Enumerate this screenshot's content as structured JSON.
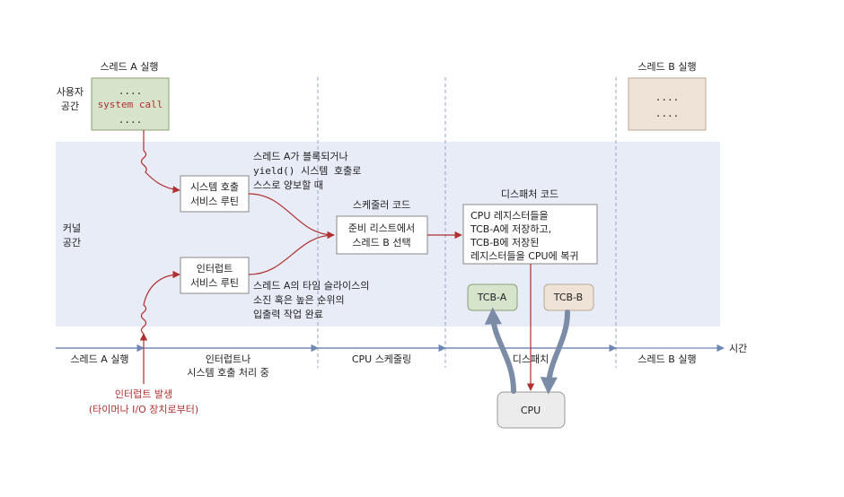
{
  "labels": {
    "thread_a_run_top": "스레드 A 실행",
    "thread_b_run_top": "스레드 B 실행",
    "user_space": [
      "사용자",
      "공간"
    ],
    "kernel_space": [
      "커널",
      "공간"
    ],
    "syscall_box": {
      "dots_top": "....",
      "call": "system call",
      "dots_bottom": "...."
    },
    "thread_b_box": {
      "dots_top": "....",
      "dots_bottom": "...."
    },
    "block_note": [
      "스레드 A가 블록되거나",
      "yield() 시스템 호출로",
      "스스로 양보할 때"
    ],
    "syscall_routine": [
      "시스템 호출",
      "서비스 루틴"
    ],
    "interrupt_routine": [
      "인터럽트",
      "서비스 루틴"
    ],
    "timeslice_note": [
      "스레드 A의 타임 슬라이스의",
      "소진 혹은 높은 순위의",
      "입출력 작업 완료"
    ],
    "scheduler_code_title": "스케줄러 코드",
    "scheduler_box": [
      "준비 리스트에서",
      "스레드 B 선택"
    ],
    "dispatcher_code_title": "디스패처 코드",
    "dispatcher_box": [
      "CPU 레지스터들을",
      "TCB-A에 저장하고,",
      "TCB-B에 저장된",
      "레지스터들을 CPU에 복귀"
    ],
    "tcb_a": "TCB-A",
    "tcb_b": "TCB-B",
    "cpu": "CPU",
    "time": "시간",
    "timeline": {
      "thread_a_run": "스레드 A 실행",
      "handling": [
        "인터럽트나",
        "시스템 호출 처리 중"
      ],
      "cpu_scheduling": "CPU 스케줄링",
      "dispatch": "디스패치",
      "thread_b_run": "스레드 B 실행"
    },
    "interrupt_source": [
      "인터럽트 발생",
      "(타이머나 I/O 장치로부터)"
    ]
  },
  "colors": {
    "kernel_band": "#e8ecf7",
    "user_box_a": "#d6e4cc",
    "user_box_b": "#efe3d8",
    "tcb_a_fill": "#d6e4cc",
    "tcb_b_fill": "#efe3d8",
    "cpu_fill": "#ececec",
    "red": "#b03030",
    "axis": "#6f86b5",
    "gray_arrow": "#7c8ba6"
  }
}
